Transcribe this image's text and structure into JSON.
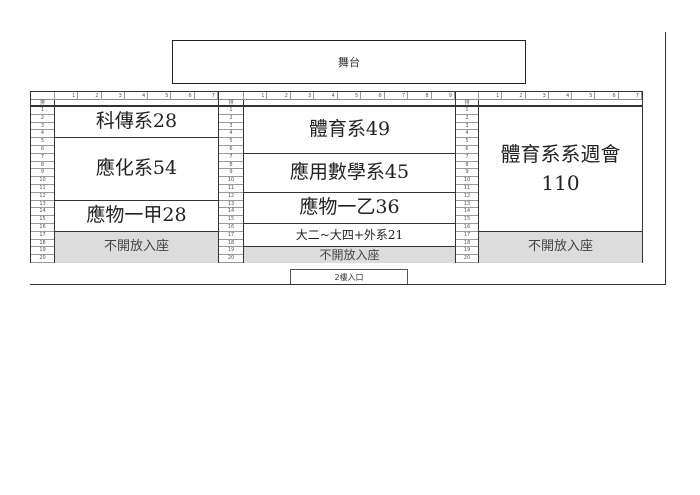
{
  "stage": {
    "label": "舞台"
  },
  "entrance": {
    "label": "2樓入口"
  },
  "row_header_label": "排",
  "sections": [
    {
      "id": "left",
      "columns": [
        "1",
        "2",
        "3",
        "4",
        "5",
        "6",
        "7"
      ],
      "rows": [
        "1",
        "2",
        "3",
        "4",
        "5",
        "6",
        "7",
        "8",
        "9",
        "10",
        "11",
        "12",
        "13",
        "14",
        "15",
        "16",
        "17",
        "18",
        "19",
        "20"
      ],
      "blocks": [
        {
          "label": "科傳系28",
          "rows": [
            1,
            4
          ],
          "status": "assigned"
        },
        {
          "label": "應化系54",
          "rows": [
            5,
            12
          ],
          "status": "assigned"
        },
        {
          "label": "應物一甲28",
          "rows": [
            13,
            16
          ],
          "status": "assigned"
        },
        {
          "label": "不開放入座",
          "rows": [
            17,
            20
          ],
          "status": "closed"
        }
      ]
    },
    {
      "id": "middle",
      "columns": [
        "1",
        "2",
        "3",
        "4",
        "5",
        "6",
        "7",
        "8",
        "9"
      ],
      "rows": [
        "1",
        "2",
        "3",
        "4",
        "5",
        "6",
        "7",
        "8",
        "9",
        "10",
        "11",
        "12",
        "13",
        "14",
        "15",
        "16",
        "17",
        "18",
        "19",
        "20"
      ],
      "blocks": [
        {
          "label": "體育系49",
          "rows": [
            1,
            6
          ],
          "status": "assigned"
        },
        {
          "label": "應用數學系45",
          "rows": [
            7,
            11
          ],
          "status": "assigned"
        },
        {
          "label": "應物一乙36",
          "rows": [
            12,
            15
          ],
          "status": "assigned"
        },
        {
          "label": "大二~大四+外系21",
          "rows": [
            16,
            18
          ],
          "status": "assigned"
        },
        {
          "label": "不開放入座",
          "rows": [
            19,
            20
          ],
          "status": "closed"
        }
      ]
    },
    {
      "id": "right",
      "columns": [
        "1",
        "2",
        "3",
        "4",
        "5",
        "6",
        "7"
      ],
      "rows": [
        "1",
        "2",
        "3",
        "4",
        "5",
        "6",
        "7",
        "8",
        "9",
        "10",
        "11",
        "12",
        "13",
        "14",
        "15",
        "16",
        "17",
        "18",
        "19",
        "20"
      ],
      "blocks": [
        {
          "label": "體育系系週會",
          "label2": "110",
          "rows": [
            1,
            16
          ],
          "status": "assigned"
        },
        {
          "label": "不開放入座",
          "rows": [
            17,
            20
          ],
          "status": "closed"
        }
      ]
    }
  ],
  "colors": {
    "closed_fill": "#dcdcdc",
    "border": "#333333"
  }
}
